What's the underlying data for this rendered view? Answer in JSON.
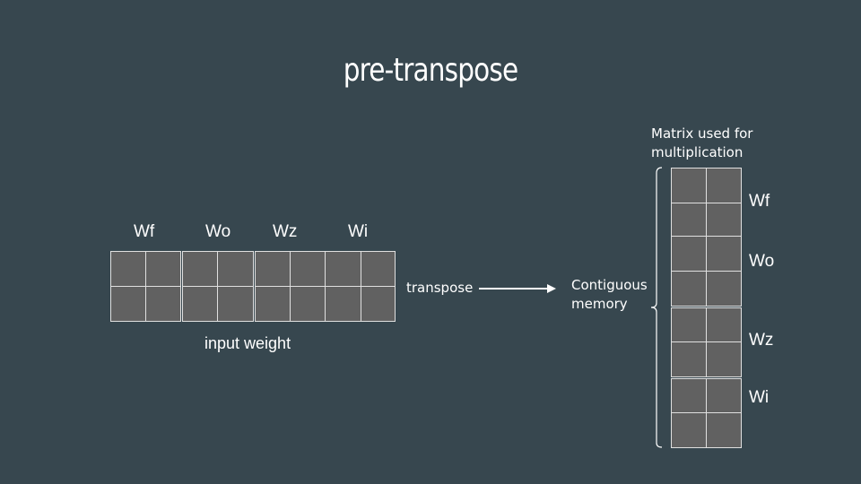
{
  "title": "pre-transpose",
  "input_labels": [
    "Wf",
    "Wo",
    "Wz",
    "Wi"
  ],
  "input_caption": "input weight",
  "transpose_label": "transpose",
  "contiguous_label": [
    "Contiguous",
    "memory"
  ],
  "matrix_caption": [
    "Matrix used for",
    "multiplication"
  ],
  "matrix_labels": [
    "Wf",
    "Wo",
    "Wz",
    "Wi"
  ],
  "colors": {
    "background": "#37474f",
    "cell": "#616161",
    "line": "#ffffff"
  }
}
